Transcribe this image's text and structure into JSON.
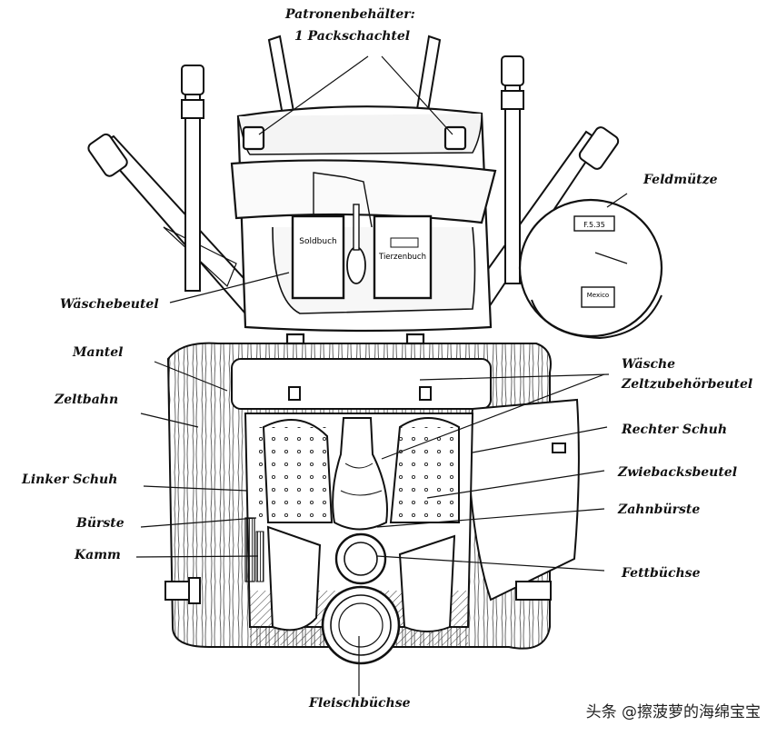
{
  "labels": {
    "patronen_line1": "Patronenbehälter:",
    "patronen_line2": "1 Packschachtel",
    "feldmuetze": "Feldmütze",
    "waeschebeutel": "Wäschebeutel",
    "mantel": "Mantel",
    "zeltbahn": "Zeltbahn",
    "linker_schuh": "Linker Schuh",
    "buerste": "Bürste",
    "kamm": "Kamm",
    "waesche": "Wäsche",
    "zeltzubehoerbeutel": "Zeltzubehörbeutel",
    "rechter_schuh": "Rechter Schuh",
    "zwiebacksbeutel": "Zwiebacksbeutel",
    "zahnbuerste": "Zahnbürste",
    "fettbuechse": "Fettbüchse",
    "fleischbuechse": "Fleischbüchse"
  },
  "item_text": {
    "soldbuch": "Soldbuch",
    "tierzenbuch": "Tierzenbuch",
    "cap_mark1": "F.5.35",
    "cap_mark2": "Mexico"
  },
  "watermark": "头条 @擦菠萝的海绵宝宝"
}
